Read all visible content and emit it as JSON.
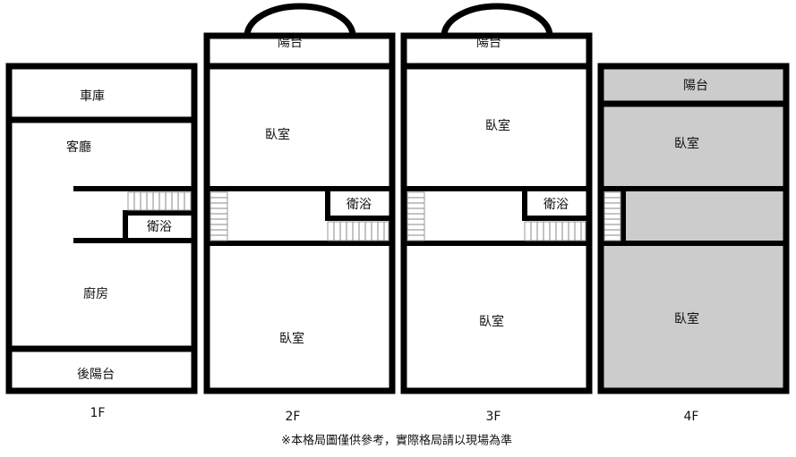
{
  "floors": {
    "f1": {
      "label": "1F",
      "rooms": {
        "garage": "車庫",
        "living": "客廳",
        "bath": "衛浴",
        "kitchen": "廚房",
        "back_balcony": "後陽台"
      }
    },
    "f2": {
      "label": "2F",
      "rooms": {
        "balcony": "陽台",
        "bedroom_front": "臥室",
        "bath": "衛浴",
        "bedroom_back": "臥室"
      }
    },
    "f3": {
      "label": "3F",
      "rooms": {
        "balcony": "陽台",
        "bedroom_front": "臥室",
        "bath": "衛浴",
        "bedroom_back": "臥室"
      }
    },
    "f4": {
      "label": "4F",
      "fill_color": "#cccccc",
      "rooms": {
        "balcony": "陽台",
        "bedroom_front": "臥室",
        "bedroom_back": "臥室"
      }
    }
  },
  "note": "※本格局圖僅供參考，實際格局請以現場為準"
}
